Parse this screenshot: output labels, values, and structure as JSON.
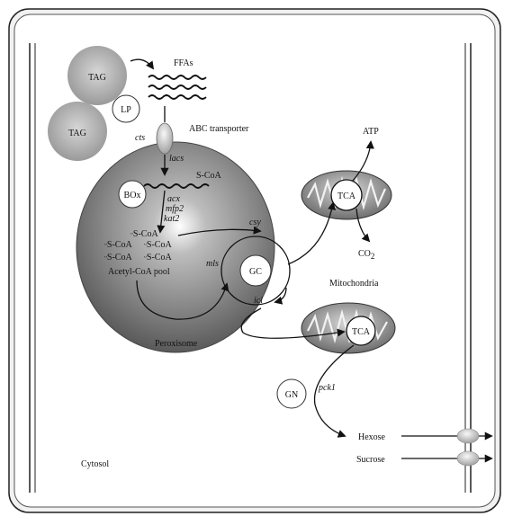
{
  "labels": {
    "tag_upper": "TAG",
    "tag_lower": "TAG",
    "lp": "LP",
    "ffas": "FFAs",
    "cts": "cts",
    "abc_transporter": "ABC transporter",
    "lacs": "lacs",
    "scoa_top": "S-CoA",
    "box": "BOx",
    "acx": "acx",
    "mfp2": "mfp2",
    "kat2": "kat2",
    "pool_line1": "S-CoA",
    "pool_line2a": "S-CoA",
    "pool_line2b": "S-CoA",
    "pool_line3a": "S-CoA",
    "pool_line3b": "S-CoA",
    "acetyl_pool": "Acetyl-CoA pool",
    "csy": "csy",
    "mls": "mls",
    "gc": "GC",
    "icl": "icl",
    "peroxisome": "Peroxisome",
    "atp": "ATP",
    "tca_upper": "TCA",
    "co2": "CO",
    "co2_sub": "2",
    "mitochondria": "Mitochondria",
    "tca_lower": "TCA",
    "gn": "GN",
    "pck1": "pck1",
    "hexose": "Hexose",
    "sucrose": "Sucrose",
    "cytosol": "Cytosol"
  }
}
